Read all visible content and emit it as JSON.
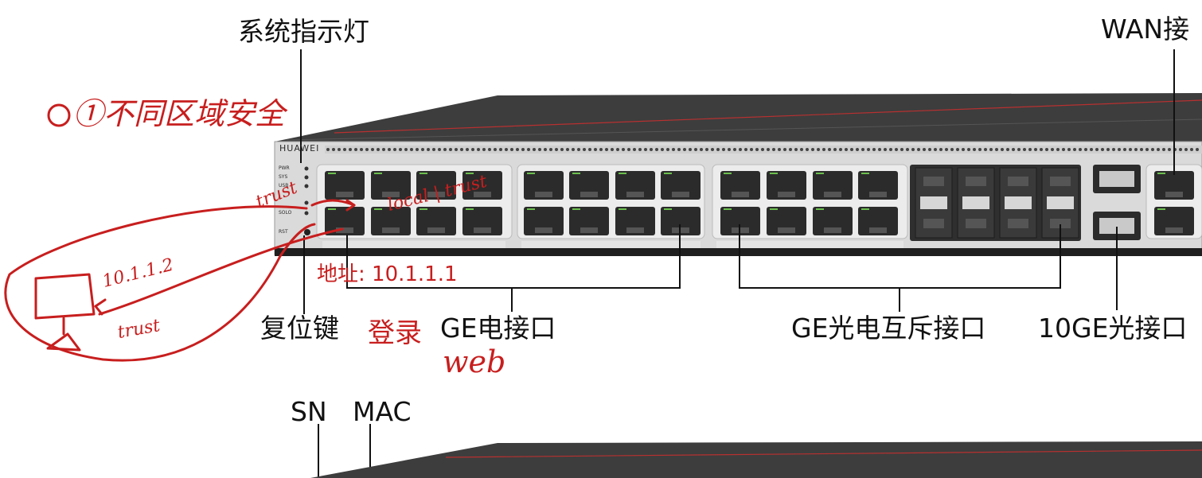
{
  "labels": {
    "indicator": "系统指示灯",
    "wan": "WAN接",
    "reset": "复位键",
    "ge_electric": "GE电接口",
    "ge_combo": "GE光电互斥接口",
    "tenge": "10GE光接口",
    "sn": "SN",
    "mac": "MAC"
  },
  "device": {
    "brand": "HUAWEI",
    "leds": [
      "PWR",
      "SYS",
      "USB",
      "",
      "SOLO",
      "RST"
    ]
  },
  "annotations": {
    "zones": "①不同区域安全",
    "trust_port": "trust",
    "local_trust": "local | trust",
    "ip_pc": "10.1.1.2",
    "pc_zone": "trust",
    "address": "地址: 10.1.1.1",
    "login": "登录",
    "web": "web"
  },
  "colors": {
    "annotation": "#c81e1e",
    "chassis_dark": "#3c3c3c",
    "panel": "#dadada",
    "port": "#2b2b2b"
  }
}
